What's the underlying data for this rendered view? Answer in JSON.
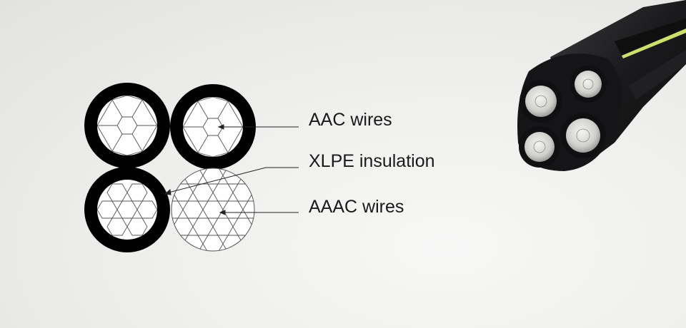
{
  "labels": {
    "aac": "AAC wires",
    "xlpe": "XLPE insulation",
    "aaac": "AAAC wires"
  },
  "colors": {
    "background": "#efefed",
    "insulation": "#000000",
    "conductor_lines": "#444444",
    "cable_sheath": "#1b1b1d",
    "aluminum": "#d4d4d0",
    "neutral_stripe": "#cfe06a"
  }
}
